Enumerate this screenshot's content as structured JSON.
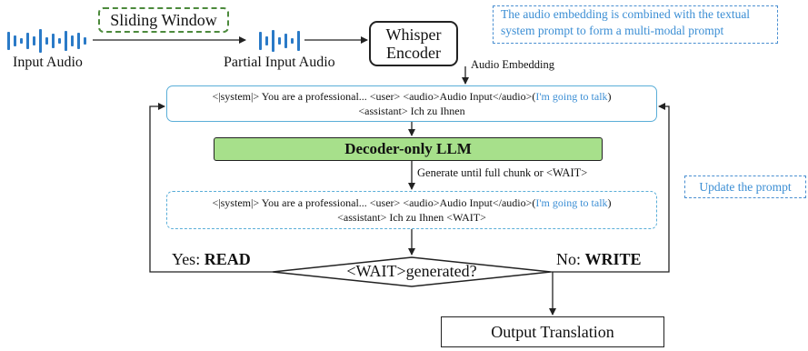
{
  "input_audio": {
    "label": "Input Audio"
  },
  "sliding_window": {
    "label": "Sliding Window"
  },
  "partial_audio": {
    "label": "Partial Input Audio"
  },
  "whisper_encoder": {
    "line1": "Whisper",
    "line2": "Encoder"
  },
  "audio_embedding": {
    "label": "Audio Embedding"
  },
  "note_multimodal": {
    "line1": "The audio embedding is combined with the textual",
    "line2": "system prompt to form a multi-modal prompt"
  },
  "prompt_top": {
    "line1_pre": "<|system|> You are a professional... <user> <audio>Audio Input</audio>(",
    "line1_highlight": "I'm going to talk",
    "line1_post": ")",
    "line2": "<assistant> Ich zu Ihnen"
  },
  "llm": {
    "label": "Decoder-only LLM"
  },
  "generate": {
    "label": "Generate until full chunk or <WAIT>"
  },
  "update_note": {
    "label": "Update the prompt"
  },
  "prompt_bottom": {
    "line1_pre": "<|system|> You are a professional... <user> <audio>Audio Input</audio>(",
    "line1_highlight": "I'm going to talk",
    "line1_post": ")",
    "line2": "<assistant> Ich zu Ihnen <WAIT>"
  },
  "decision": {
    "label": "<WAIT>generated?"
  },
  "yes_branch": {
    "prefix": "Yes: ",
    "action": "READ"
  },
  "no_branch": {
    "prefix": "No: ",
    "action": "WRITE"
  },
  "output": {
    "label": "Output Translation"
  },
  "colors": {
    "accent_blue": "#3b8ed4",
    "llm_green": "#a7e08b",
    "window_green": "#4c8a3c",
    "wave_blue": "#2a7ac7"
  }
}
